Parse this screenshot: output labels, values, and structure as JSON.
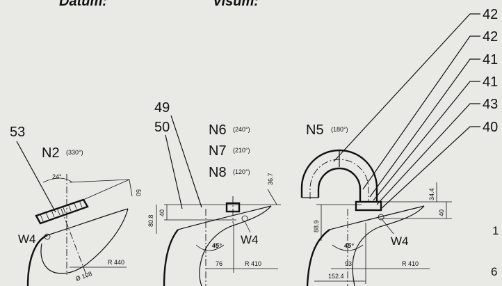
{
  "header": {
    "left_label": "Datum:",
    "mid_label": "Visum:"
  },
  "view_a": {
    "item_53": "53",
    "nozzle_label": "N2",
    "nozzle_angle": "(330°)",
    "angle_24": "24°",
    "dim_50": "50",
    "weld": "W4",
    "radius": "R 440",
    "diameter": "Ø 108"
  },
  "view_b": {
    "item_49": "49",
    "item_50": "50",
    "nozzles": [
      {
        "label": "N6",
        "angle": "(240°)"
      },
      {
        "label": "N7",
        "angle": "(210°)"
      },
      {
        "label": "N8",
        "angle": "(120°)"
      }
    ],
    "dim_36_7": "36.7",
    "dim_40": "40",
    "dim_80_8": "80.8",
    "angle_45": "45°",
    "weld": "W4",
    "dim_76": "76",
    "radius": "R 410"
  },
  "view_c": {
    "nozzle_label": "N5",
    "nozzle_angle": "(180°)",
    "dim_34_4": "34.4",
    "dim_40": "40",
    "dim_88_9": "88.9",
    "angle_45": "45°",
    "weld": "W4",
    "dim_93": "93",
    "radius": "R 410",
    "dim_152_4": "152.4"
  },
  "callouts": [
    "42",
    "42",
    "41",
    "41",
    "43",
    "40"
  ],
  "margin_numbers": [
    "1",
    "6"
  ]
}
